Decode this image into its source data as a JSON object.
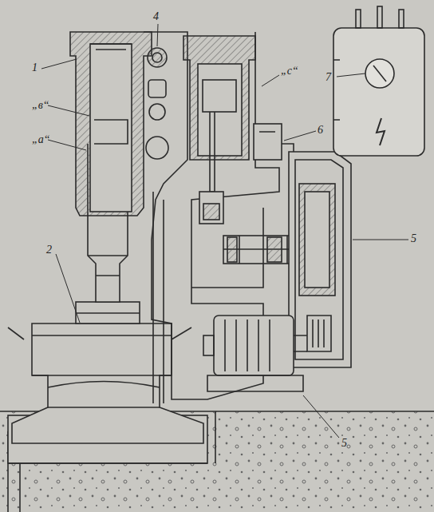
{
  "diagram": {
    "labels": [
      "1",
      "4",
      "„с“",
      "„в“",
      "„а“",
      "6",
      "7",
      "5",
      "2",
      "5"
    ]
  }
}
